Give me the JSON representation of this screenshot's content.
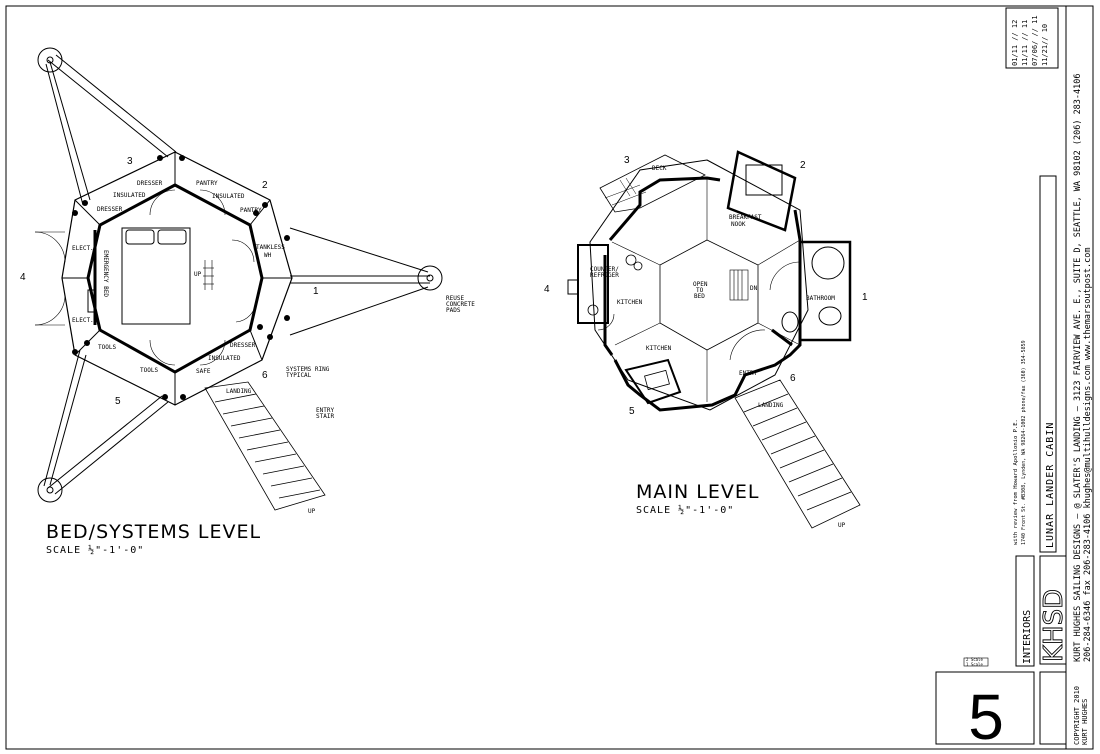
{
  "sheet": {
    "number": "5"
  },
  "bed_level": {
    "title": "BED/SYSTEMS LEVEL",
    "scale": "SCALE ½\"-1'-0\"",
    "rooms": {
      "dresser_top": "DRESSER",
      "pantry_top": "PANTRY",
      "insulated_left": "INSULATED",
      "insulated_right": "INSULATED",
      "dresser_left": "DRESSER",
      "pantry_right": "PANTRY",
      "elect_top": "ELECT.",
      "elect_bottom": "ELECT.",
      "emergency_bed": "EMERGENCY BED",
      "tankless": "TANKLESS",
      "wh": "WH",
      "up": "UP",
      "tools_left": "TOOLS",
      "tools_right": "TOOLS",
      "safe": "SAFE",
      "insulated_bottom": "INSULATED",
      "dresser_bottom": "DRESSER",
      "landing": "LANDING",
      "stair_up": "UP"
    },
    "notes": {
      "pads_1": "REUSE",
      "pads_2": "CONCRETE",
      "pads_3": "PADS",
      "systems_1": "SYSTEMS RING",
      "systems_2": "TYPICAL",
      "entry_1": "ENTRY",
      "entry_2": "STAIR"
    },
    "sides": {
      "s1": "1",
      "s2": "2",
      "s3": "3",
      "s4": "4",
      "s5": "5",
      "s6": "6"
    }
  },
  "main_level": {
    "title": "MAIN LEVEL",
    "scale": "SCALE ½\"-1'-0\"",
    "rooms": {
      "deck": "DECK",
      "breakfast_1": "BREAKFAST",
      "breakfast_2": "NOOK",
      "open_1": "OPEN",
      "open_2": "TO",
      "open_3": "BED",
      "dn": "DN",
      "counter_1": "COUNTER/",
      "counter_2": "REFRIGER",
      "kitchen_left": "KITCHEN",
      "kitchen_bottom": "KITCHEN",
      "bathroom": "BATHROOM",
      "entry": "ENTRY",
      "landing": "LANDING",
      "stair_up": "UP"
    },
    "sides": {
      "s1": "1",
      "s2": "2",
      "s3": "3",
      "s4": "4",
      "s5": "5",
      "s6": "6"
    }
  },
  "title_block": {
    "revisions": [
      "01/11 // 12",
      "11/11 // 11",
      "07/06/ // 11",
      "11/21// 10"
    ],
    "firm_address": "KURT HUGHES SAILING DESIGNS – @ SLATER'S LANDING – 3123 FAIRVIEW AVE. E., SUITE D, SEATTLE, WA 98102  (206) 283-4106",
    "firm_contact": "206-284-6346   fax 206-283-4106   khughes@multihulldesigns.com   www.themarsoutpost.com",
    "logo": "KHSD",
    "project": "LUNAR LANDER CABIN",
    "review_1": "with review from Howard Apollonio P.E.",
    "review_2": "1740 Front St. #B308, Lynden, WA 98264-1002 phone/fax (360) 354-5859",
    "sheet_type": "INTERIORS",
    "copyright_1": "COPYRIGHT 2010",
    "copyright_2": "KURT HUGHES",
    "scale_bar_1": "2 Scale",
    "scale_bar_2": "1 Scale"
  }
}
